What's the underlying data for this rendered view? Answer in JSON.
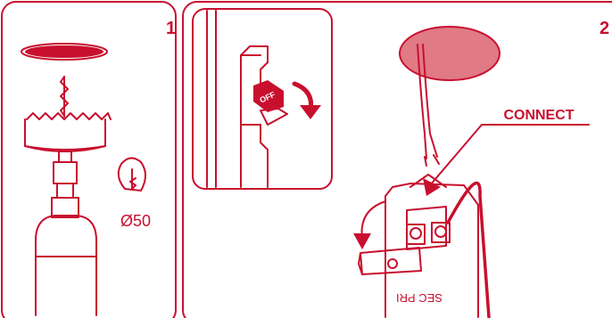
{
  "panel1": {
    "number": "1",
    "diameter_label": "Ø50"
  },
  "panel2": {
    "number": "2",
    "switch_label": "OFF",
    "connect_label": "CONNECT",
    "module_label": "SEC PRI"
  },
  "colors": {
    "line": "#c8102e",
    "fill": "#e07a85",
    "background": "#ffffff"
  },
  "icons": [
    "hole-saw-drill-icon",
    "ceiling-hole-icon",
    "key-lock-icon",
    "circuit-breaker-icon",
    "rotation-arrow-icon",
    "terminal-block-icon"
  ]
}
